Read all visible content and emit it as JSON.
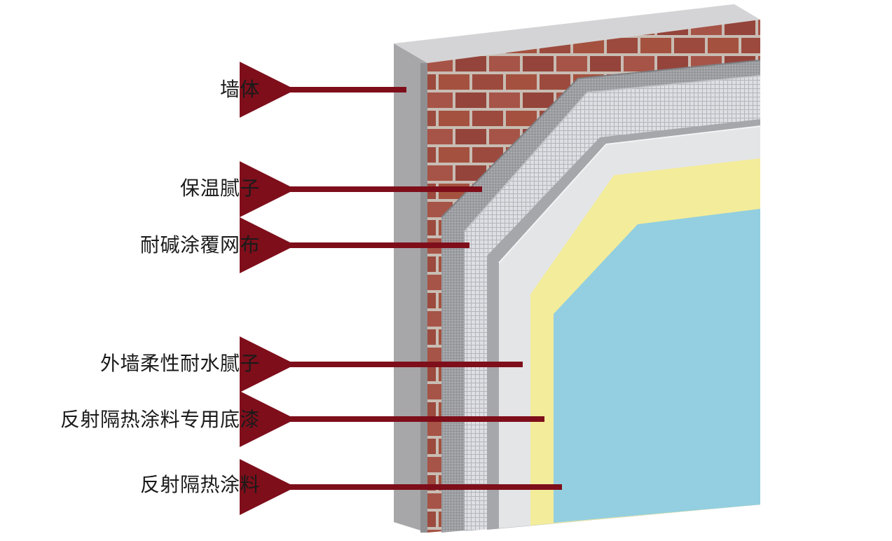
{
  "layers": [
    {
      "id": "wall",
      "label": "墙体"
    },
    {
      "id": "insulation-putty",
      "label": "保温腻子"
    },
    {
      "id": "alkali-resistant-mesh",
      "label": "耐碱涂覆网布"
    },
    {
      "id": "exterior-flexible-putty",
      "label": "外墙柔性耐水腻子"
    },
    {
      "id": "reflective-primer",
      "label": "反射隔热涂料专用底漆"
    },
    {
      "id": "reflective-coating",
      "label": "反射隔热涂料"
    }
  ],
  "colors": {
    "concrete": "#a7a7a9",
    "concrete_top": "#d4d4d6",
    "brick": "#9c4a3e",
    "mortar": "#c8bdb4",
    "insulation_putty": "#9d9ea2",
    "mesh": "#dedfe3",
    "flexible_putty": "#e4e5e7",
    "primer_yellow": "#f3ec9a",
    "coating_blue": "#93cfe0",
    "arrow": "#7e0e1a",
    "label_text": "#1a1a1a"
  }
}
